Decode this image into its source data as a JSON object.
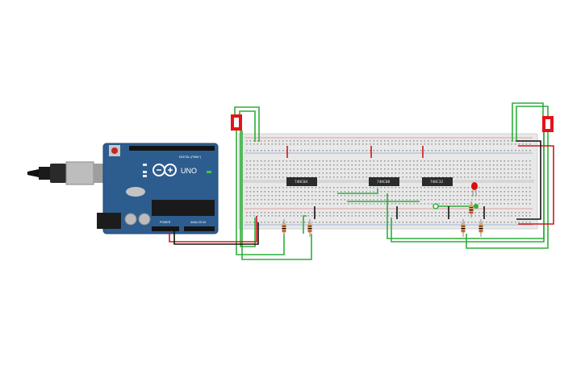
{
  "canvas": {
    "background": "#ffffff"
  },
  "arduino": {
    "brand_text": "UNO",
    "digital_label": "DIGITAL (PWM~)",
    "power_label": "POWER",
    "analog_label": "ANALOG IN",
    "board_color": "#2d5d8f"
  },
  "breadboard": {
    "color": "#e8e8e8",
    "hole_color": "#9a9a9a"
  },
  "chips": [
    {
      "label": "74HC04"
    },
    {
      "label": "74HC08"
    },
    {
      "label": "74HC32"
    }
  ],
  "switches": [
    {
      "name": "left-switch",
      "color": "#e3141b"
    },
    {
      "name": "right-switch",
      "color": "#e3141b"
    }
  ],
  "led": {
    "color": "#d90f0f"
  },
  "wire_colors": {
    "signal": "#2fae3a",
    "power": "#d01818",
    "ground": "#111111"
  },
  "icons": [
    "arduino-logo-icon",
    "usb-cable-icon"
  ]
}
